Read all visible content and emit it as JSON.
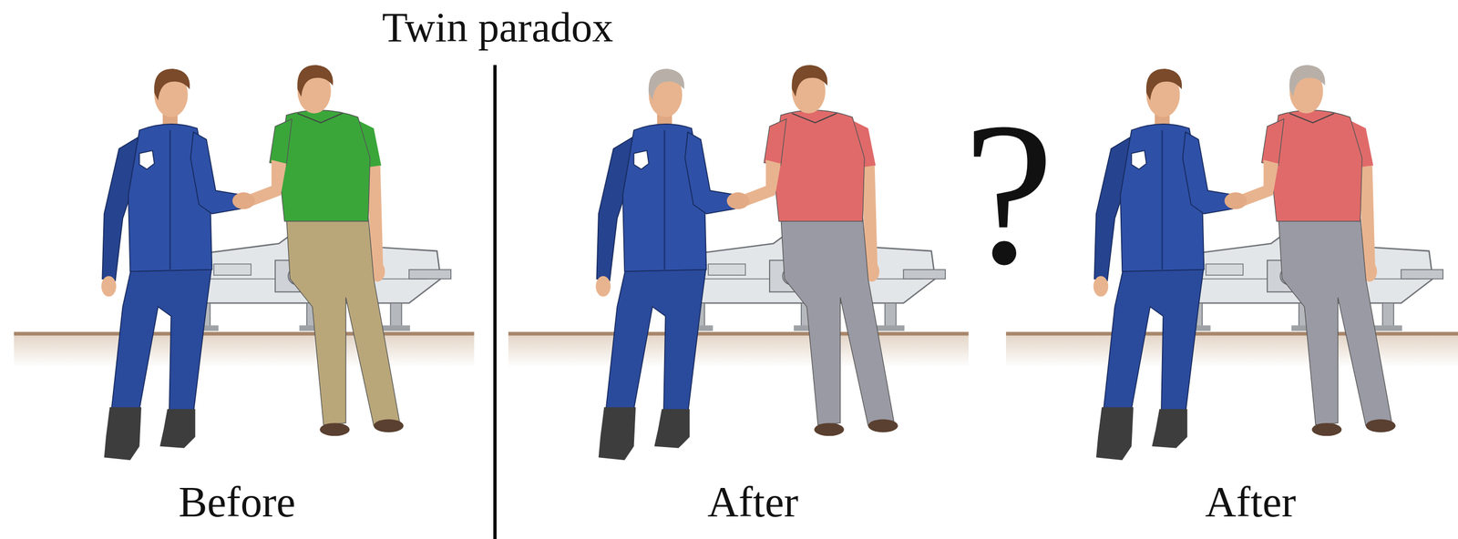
{
  "diagram": {
    "title": "Twin paradox",
    "labels": [
      "Before",
      "After",
      "?",
      "After"
    ]
  }
}
